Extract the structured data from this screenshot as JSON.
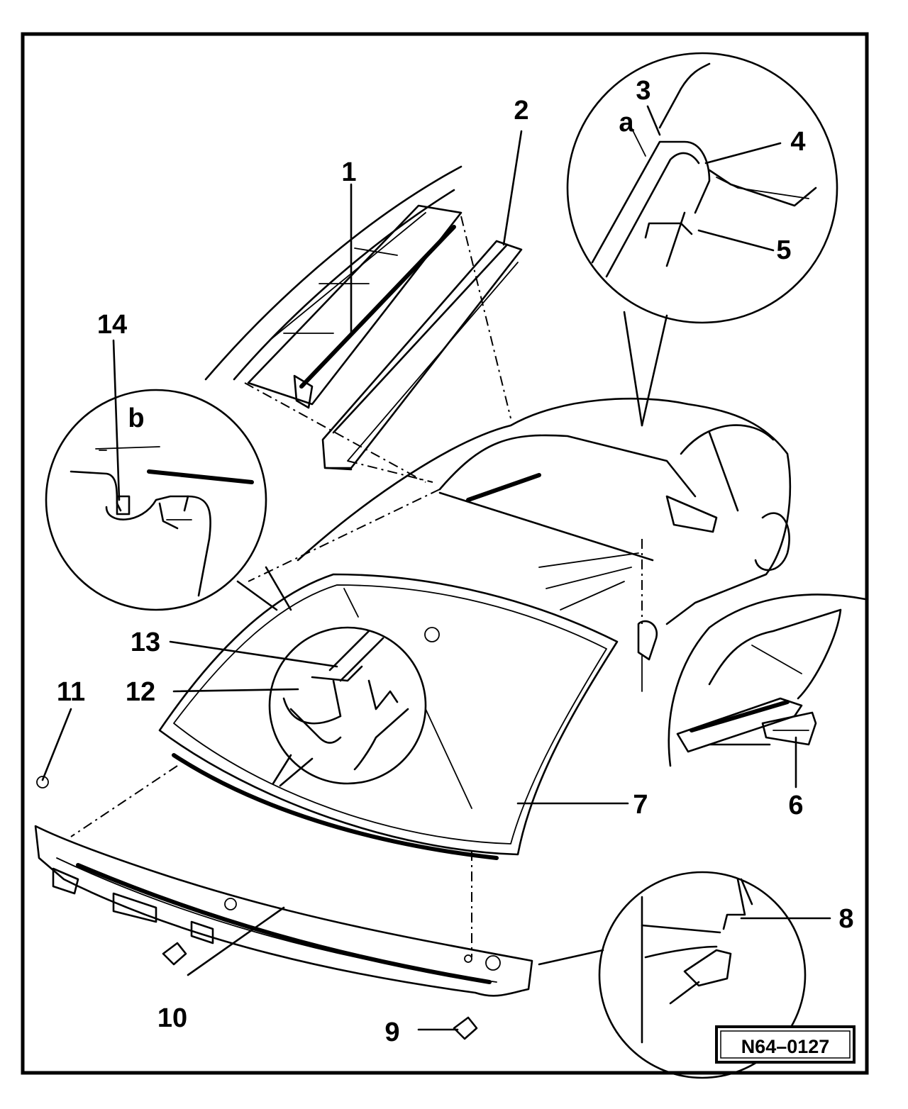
{
  "callouts": {
    "c1": "1",
    "c2": "2",
    "c3": "3",
    "c4": "4",
    "c5": "5",
    "c6": "6",
    "c7": "7",
    "c8": "8",
    "c9": "9",
    "c10": "10",
    "c11": "11",
    "c12": "12",
    "c13": "13",
    "c14": "14",
    "ca": "a",
    "cb": "b"
  },
  "figure_id": "N64–0127"
}
